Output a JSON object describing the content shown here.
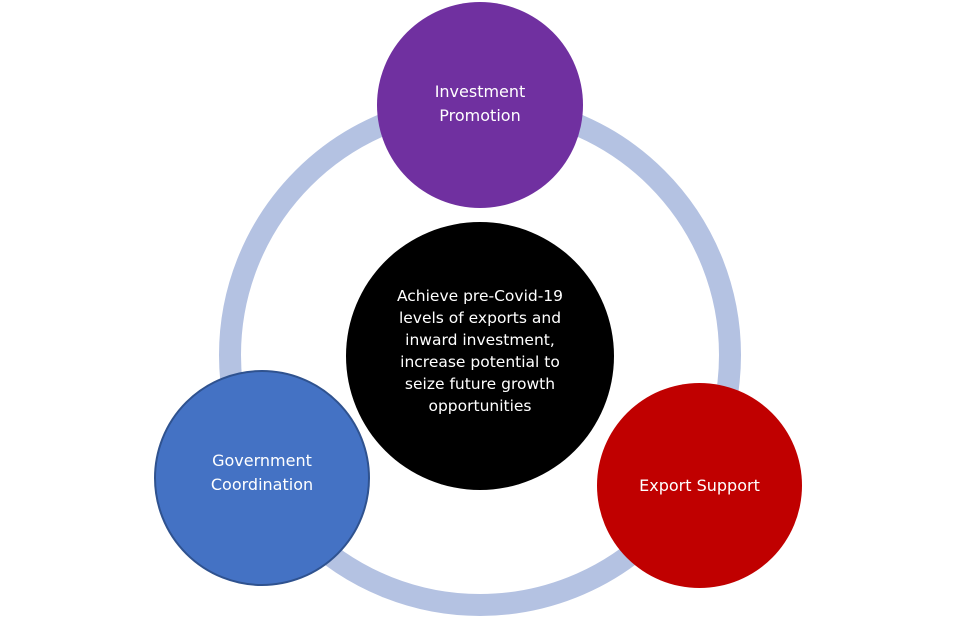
{
  "nodes": {
    "investment": "Investment Promotion",
    "center": "Achieve pre-Covid-19 levels of exports and inward investment, increase potential to seize future growth opportunities",
    "export": "Export Support",
    "government": "Government Coordination"
  },
  "colors": {
    "ring": "#b4c2e2",
    "investment": "#7030a0",
    "center": "#000000",
    "export": "#c00000",
    "government": "#4472c4"
  }
}
